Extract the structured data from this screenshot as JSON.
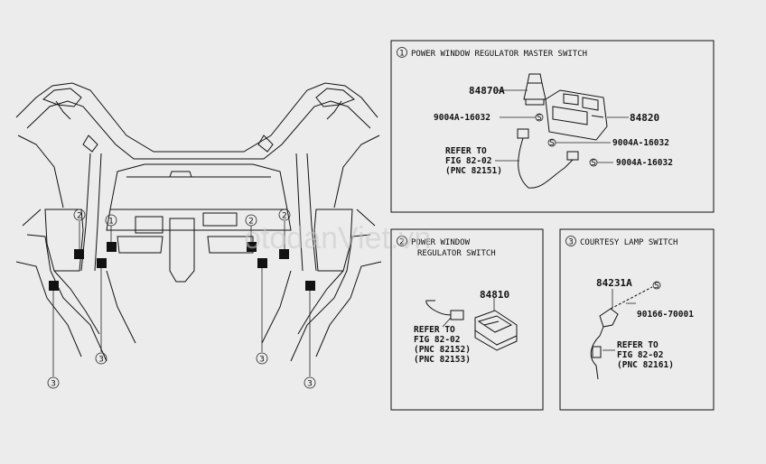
{
  "panels": {
    "p1": {
      "number": "1",
      "title": "POWER WINDOW REGULATOR MASTER SWITCH"
    },
    "p2": {
      "number": "2",
      "title_line1": "POWER WINDOW",
      "title_line2": "REGULATOR SWITCH"
    },
    "p3": {
      "number": "3",
      "title": "COURTESY LAMP SWITCH"
    }
  },
  "parts": {
    "p1_part_a": "84870A",
    "p1_screw_a": "9004A-16032",
    "p1_part_b": "84820",
    "p1_screw_b": "9004A-16032",
    "p1_screw_c": "9004A-16032",
    "p1_ref": [
      "REFER TO",
      "FIG 82-02",
      "(PNC 82151)"
    ],
    "p2_part": "84810",
    "p2_ref": [
      "REFER TO",
      "FIG 82-02",
      "(PNC 82152)",
      "(PNC 82153)"
    ],
    "p3_part": "84231A",
    "p3_screw": "90166-70001",
    "p3_ref": [
      "REFER TO",
      "FIG 82-02",
      "(PNC 82161)"
    ]
  },
  "markers": {
    "screw_symbol": "S",
    "callouts": [
      "1",
      "2",
      "2",
      "2",
      "3",
      "3",
      "3",
      "3"
    ]
  },
  "watermark": "otodanViet.vn"
}
